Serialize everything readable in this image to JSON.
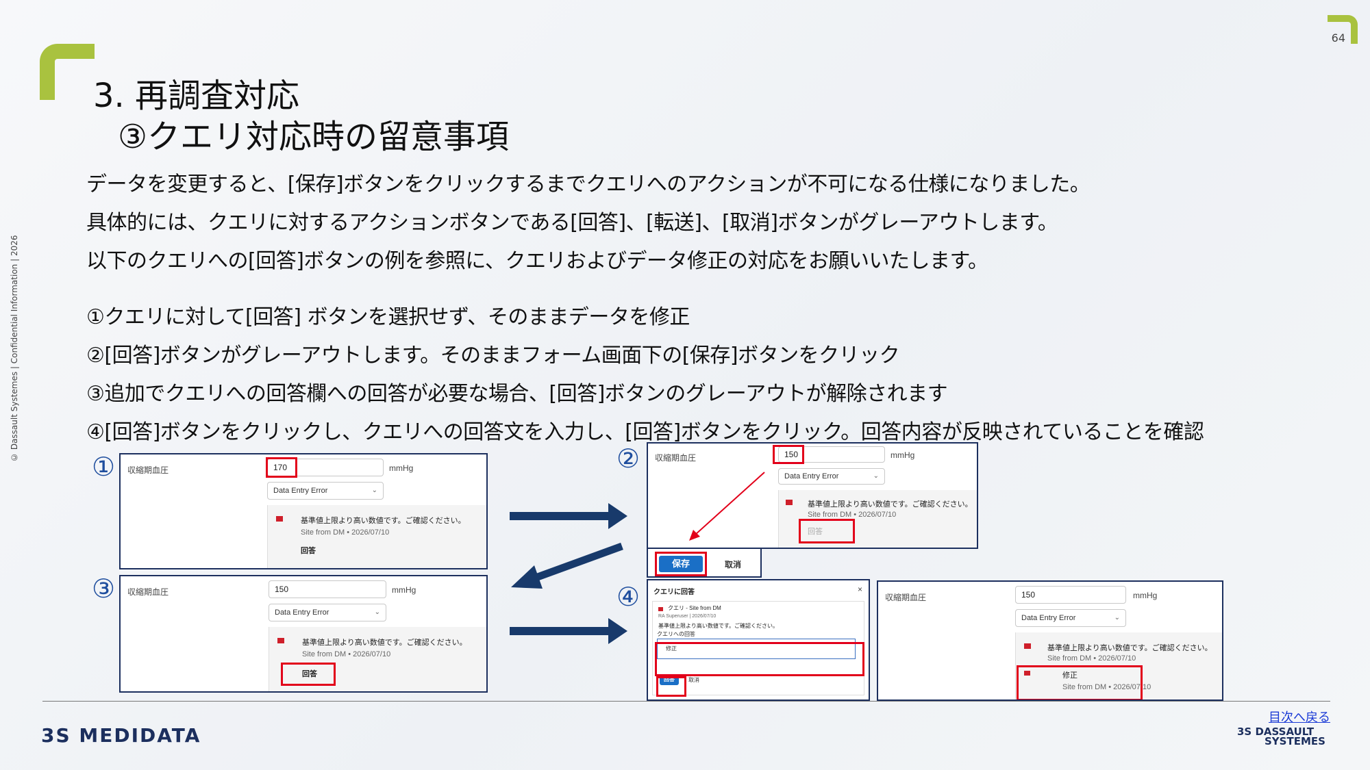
{
  "page_number": "64",
  "confidential": "© Dassault Systemes | Confidential Information | 2026",
  "title": {
    "line1": "3. 再調査対応",
    "line2": "③クエリ対応時の留意事項"
  },
  "intro": [
    "データを変更すると、[保存]ボタンをクリックするまでクエリへのアクションが不可になる仕様になりました。",
    "具体的には、クエリに対するアクションボタンである[回答]、[転送]、[取消]ボタンがグレーアウトします。",
    "以下のクエリへの[回答]ボタンの例を参照に、クエリおよびデータ修正の対応をお願いいたします。"
  ],
  "steps": [
    "①クエリに対して[回答] ボタンを選択せず、そのままデータを修正",
    "②[回答]ボタンがグレーアウトします。そのままフォーム画面下の[保存]ボタンをクリック",
    "③追加でクエリへの回答欄への回答が必要な場合、[回答]ボタンのグレーアウトが解除されます",
    "④[回答]ボタンをクリックし、クエリへの回答文を入力し、[回答]ボタンをクリック。回答内容が反映されていることを確認"
  ],
  "markers": {
    "one": "①",
    "two": "②",
    "three": "③",
    "four": "④"
  },
  "field_label": "収縮期血圧",
  "unit": "mmHg",
  "reason": "Data Entry Error",
  "query_text": "基準値上限より高い数値です。ご確認ください。",
  "query_meta": "Site from DM  •  2026/07/10",
  "shot1": {
    "value": "170",
    "reply": "回答"
  },
  "shot2": {
    "value": "150",
    "reply": "回答",
    "save": "保存",
    "cancel": "取消"
  },
  "shot3": {
    "value": "150",
    "reply": "回答"
  },
  "shot4a": {
    "title": "クエリに回答",
    "close": "×",
    "query_head": "クエリ - Site from DM",
    "query_sub": "RA Superuser | 2026/07/10",
    "query_text": "基準値上限より高い数値です。ご確認ください。",
    "answer_label": "クエリへの回答",
    "answer_value": "修正",
    "submit": "回答",
    "cancel": "取消"
  },
  "shot4b": {
    "value": "150",
    "answer": "修正",
    "answer_meta": "Site from DM  •  2026/07/10"
  },
  "footer": {
    "back_link": "目次へ戻る",
    "left_logo": "3S MEDIDATA",
    "right_logo_line1": "3S DASSAULT",
    "right_logo_line2": "SYSTEMES"
  }
}
